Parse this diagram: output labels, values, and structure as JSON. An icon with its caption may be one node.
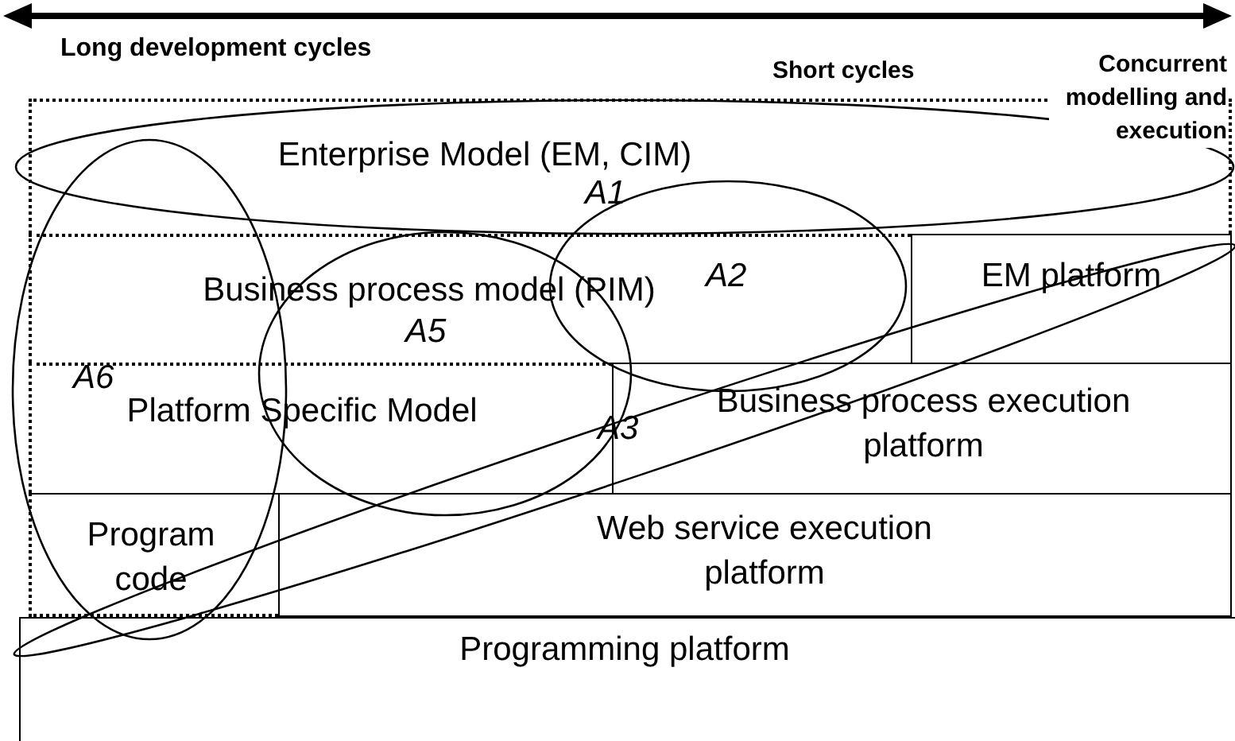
{
  "diagram": {
    "nodes": [
      {
        "text": [
          "Enterprise Model (EM, CIM)"
        ]
      },
      {
        "text": [
          "Business process model (PIM)"
        ]
      },
      {
        "text": [
          "EM platform"
        ]
      },
      {
        "text": [
          "Platform Specific Model"
        ]
      },
      {
        "text": [
          "Business process execution platform"
        ]
      },
      {
        "text": [
          "Program code"
        ]
      },
      {
        "text": [
          "Web service execution platform"
        ]
      },
      {
        "text": [
          "Programming platform"
        ]
      }
    ],
    "labels": [
      "Long development cycles",
      "Short cycles",
      "Concurrent modelling and execution",
      "A1",
      "A2",
      "A5",
      "A6",
      "A3"
    ]
  }
}
